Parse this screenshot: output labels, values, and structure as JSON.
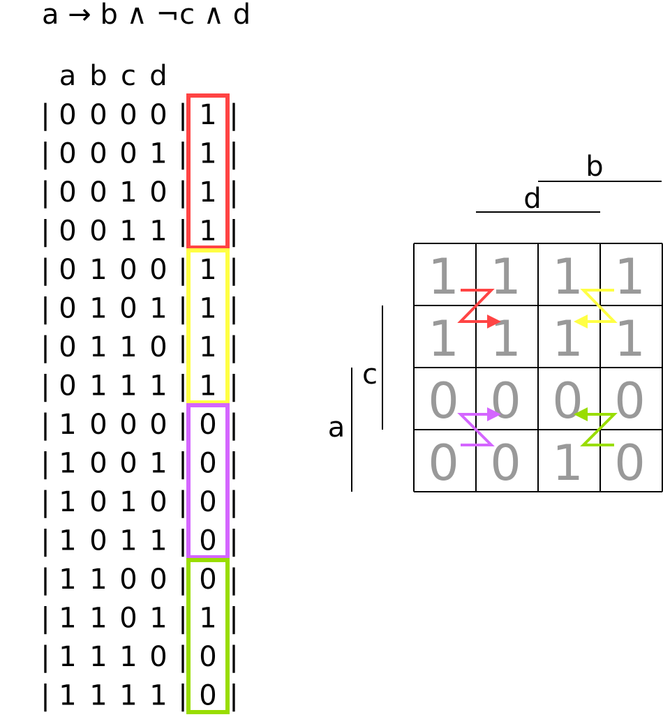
{
  "formula": "a → b ∧ ¬c ∧ d",
  "truth_table": {
    "headers": [
      "a",
      "b",
      "c",
      "d"
    ],
    "rows": [
      {
        "inputs": [
          "0",
          "0",
          "0",
          "0"
        ],
        "output": "1"
      },
      {
        "inputs": [
          "0",
          "0",
          "0",
          "1"
        ],
        "output": "1"
      },
      {
        "inputs": [
          "0",
          "0",
          "1",
          "0"
        ],
        "output": "1"
      },
      {
        "inputs": [
          "0",
          "0",
          "1",
          "1"
        ],
        "output": "1"
      },
      {
        "inputs": [
          "0",
          "1",
          "0",
          "0"
        ],
        "output": "1"
      },
      {
        "inputs": [
          "0",
          "1",
          "0",
          "1"
        ],
        "output": "1"
      },
      {
        "inputs": [
          "0",
          "1",
          "1",
          "0"
        ],
        "output": "1"
      },
      {
        "inputs": [
          "0",
          "1",
          "1",
          "1"
        ],
        "output": "1"
      },
      {
        "inputs": [
          "1",
          "0",
          "0",
          "0"
        ],
        "output": "0"
      },
      {
        "inputs": [
          "1",
          "0",
          "0",
          "1"
        ],
        "output": "0"
      },
      {
        "inputs": [
          "1",
          "0",
          "1",
          "0"
        ],
        "output": "0"
      },
      {
        "inputs": [
          "1",
          "0",
          "1",
          "1"
        ],
        "output": "0"
      },
      {
        "inputs": [
          "1",
          "1",
          "0",
          "0"
        ],
        "output": "0"
      },
      {
        "inputs": [
          "1",
          "1",
          "0",
          "1"
        ],
        "output": "1"
      },
      {
        "inputs": [
          "1",
          "1",
          "1",
          "0"
        ],
        "output": "0"
      },
      {
        "inputs": [
          "1",
          "1",
          "1",
          "1"
        ],
        "output": "0"
      }
    ],
    "group_colors": [
      "#ff4444",
      "#ffff44",
      "#d466ff",
      "#99dd00"
    ]
  },
  "kmap": {
    "labels": {
      "b": "b",
      "d": "d",
      "c": "c",
      "a": "a"
    },
    "cells": [
      [
        "1",
        "1",
        "1",
        "1"
      ],
      [
        "1",
        "1",
        "1",
        "1"
      ],
      [
        "0",
        "0",
        "0",
        "0"
      ],
      [
        "0",
        "0",
        "1",
        "0"
      ]
    ],
    "cell_color": "#999999",
    "arrow_colors": {
      "red": "#ff4444",
      "yellow": "#ffff44",
      "purple": "#d466ff",
      "green": "#99dd00"
    }
  }
}
